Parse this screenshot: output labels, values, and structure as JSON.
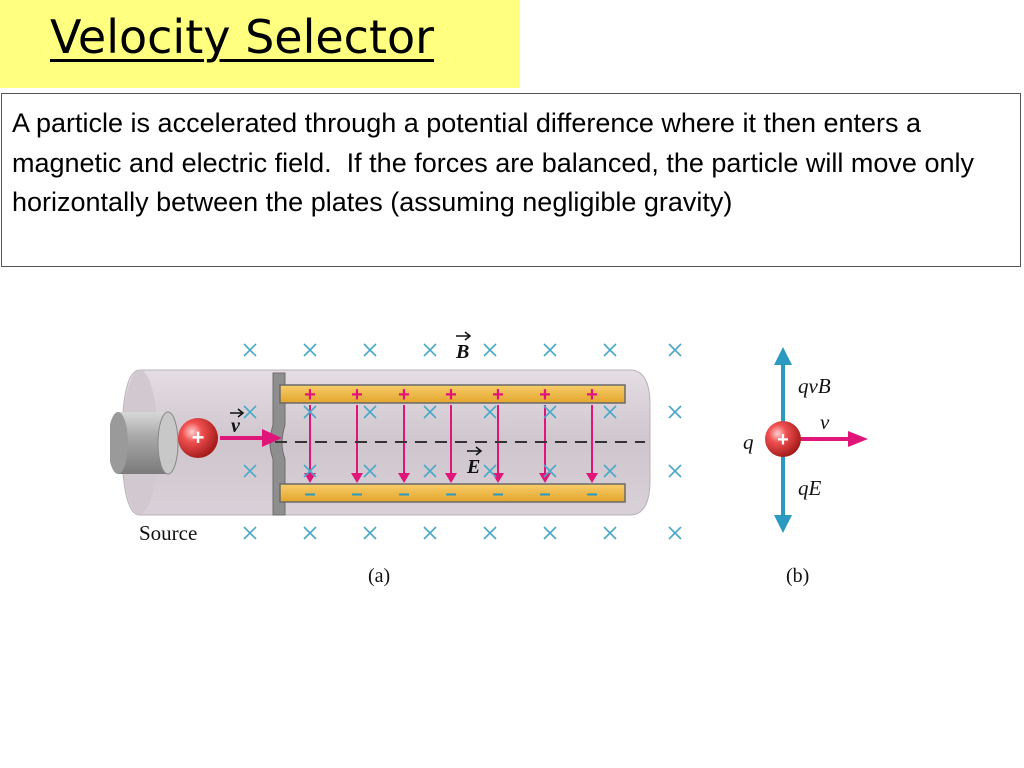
{
  "slide": {
    "title": "Velocity Selector",
    "body": "A particle is accelerated through a potential difference where it then enters a magnetic and electric field.  If the forces are balanced, the particle will move only horizontally between the plates (assuming negligible gravity)"
  },
  "diagram_a": {
    "source_label": "Source",
    "caption": "(a)",
    "velocity_label": "v",
    "b_field_label": "B",
    "e_field_label": "E",
    "particle_charge": "+",
    "positive_sign": "+",
    "negative_sign": "–"
  },
  "diagram_b": {
    "caption": "(b)",
    "charge_label": "q",
    "magnetic_force_label": "qvB",
    "electric_force_label": "qE",
    "velocity_label": "v",
    "particle_charge": "+"
  },
  "colors": {
    "title_background": "#ffff80",
    "field_cross": "#4aa8c8",
    "arrow_magenta": "#e0157a",
    "force_arrow_blue": "#2a9ac0",
    "plate_fill": "#f2b840",
    "particle_red": "#e23a3a"
  }
}
